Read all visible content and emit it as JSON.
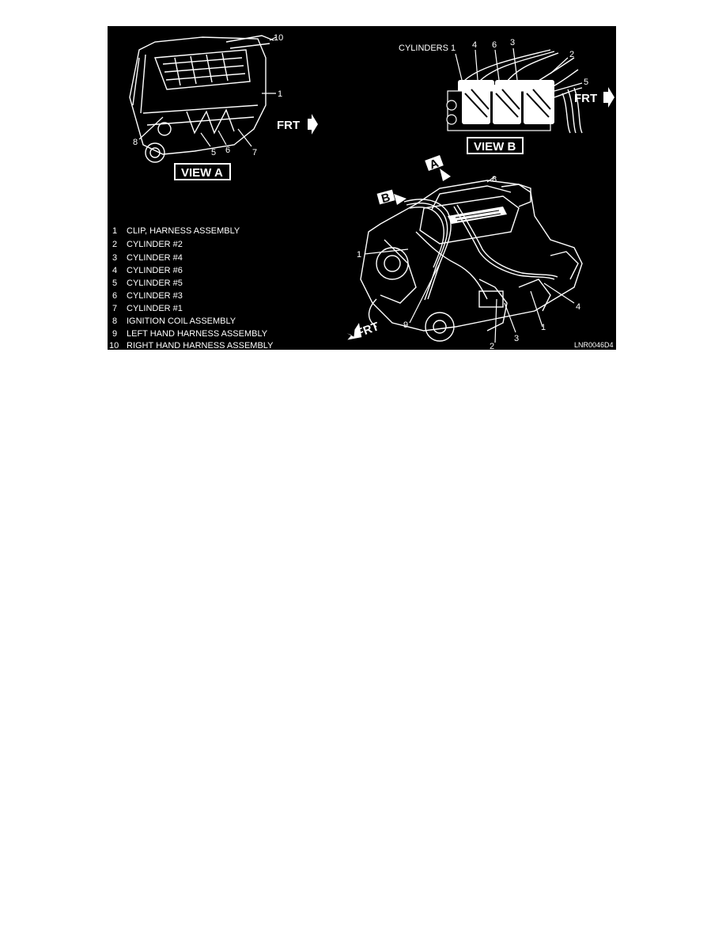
{
  "figure": {
    "view_a": {
      "title": "VIEW A",
      "frt": "FRT",
      "callouts": [
        "10",
        "1",
        "8",
        "5",
        "6",
        "7"
      ]
    },
    "view_b": {
      "title": "VIEW B",
      "frt": "FRT",
      "cylinders_label": "CYLINDERS 1",
      "callouts": [
        "4",
        "6",
        "3",
        "2",
        "5"
      ]
    },
    "main_view": {
      "frt": "FRT",
      "view_markers": [
        "A",
        "B"
      ],
      "callouts": [
        "8",
        "1",
        "9",
        "2",
        "3",
        "1",
        "4"
      ]
    },
    "legend": [
      {
        "num": "1",
        "text": "CLIP, HARNESS ASSEMBLY"
      },
      {
        "num": "2",
        "text": "CYLINDER #2"
      },
      {
        "num": "3",
        "text": "CYLINDER #4"
      },
      {
        "num": "4",
        "text": "CYLINDER #6"
      },
      {
        "num": "5",
        "text": "CYLINDER #5"
      },
      {
        "num": "6",
        "text": "CYLINDER #3"
      },
      {
        "num": "7",
        "text": "CYLINDER #1"
      },
      {
        "num": "8",
        "text": "IGNITION COIL ASSEMBLY"
      },
      {
        "num": "9",
        "text": "LEFT HAND HARNESS ASSEMBLY"
      },
      {
        "num": "10",
        "text": "RIGHT HAND HARNESS ASSEMBLY"
      }
    ],
    "figure_code": "LNR0046D4"
  }
}
